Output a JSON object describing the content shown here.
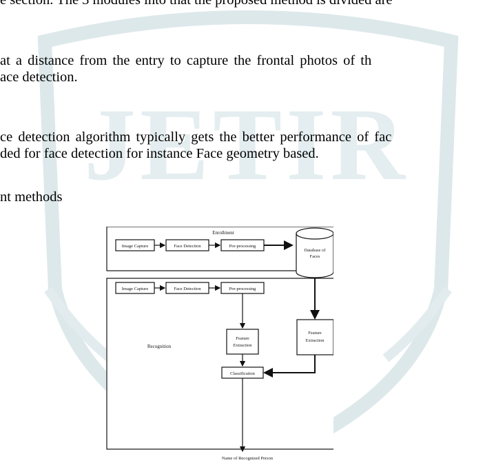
{
  "watermark": {
    "text": "JETIR"
  },
  "paragraphs": [
    {
      "text": "e section. The 3 modules into that the proposed method is divided are"
    },
    {
      "text": " at a distance from the entry to capture the frontal photos of th"
    },
    {
      "text": "ace detection."
    },
    {
      "text": "ce detection algorithm typically gets the better performance of fac"
    },
    {
      "text": "ded for face detection for instance Face geometry based."
    },
    {
      "text": "nt methods"
    }
  ],
  "figure": {
    "enrollment_label": "Enrollment",
    "recognition_label": "Recognition",
    "enrollment_row": [
      "Image Capture",
      "Face Detection",
      "Pre-processing"
    ],
    "recognition_row": [
      "Image Capture",
      "Face Detection",
      "Pre-processing"
    ],
    "database": [
      "Database of",
      "Faces"
    ],
    "feature_extraction_left": [
      "Feature",
      "Extraction"
    ],
    "feature_extraction_right": [
      "Feature",
      "Extraction"
    ],
    "classification": "Classification",
    "output": "Name of Recognized Person"
  }
}
